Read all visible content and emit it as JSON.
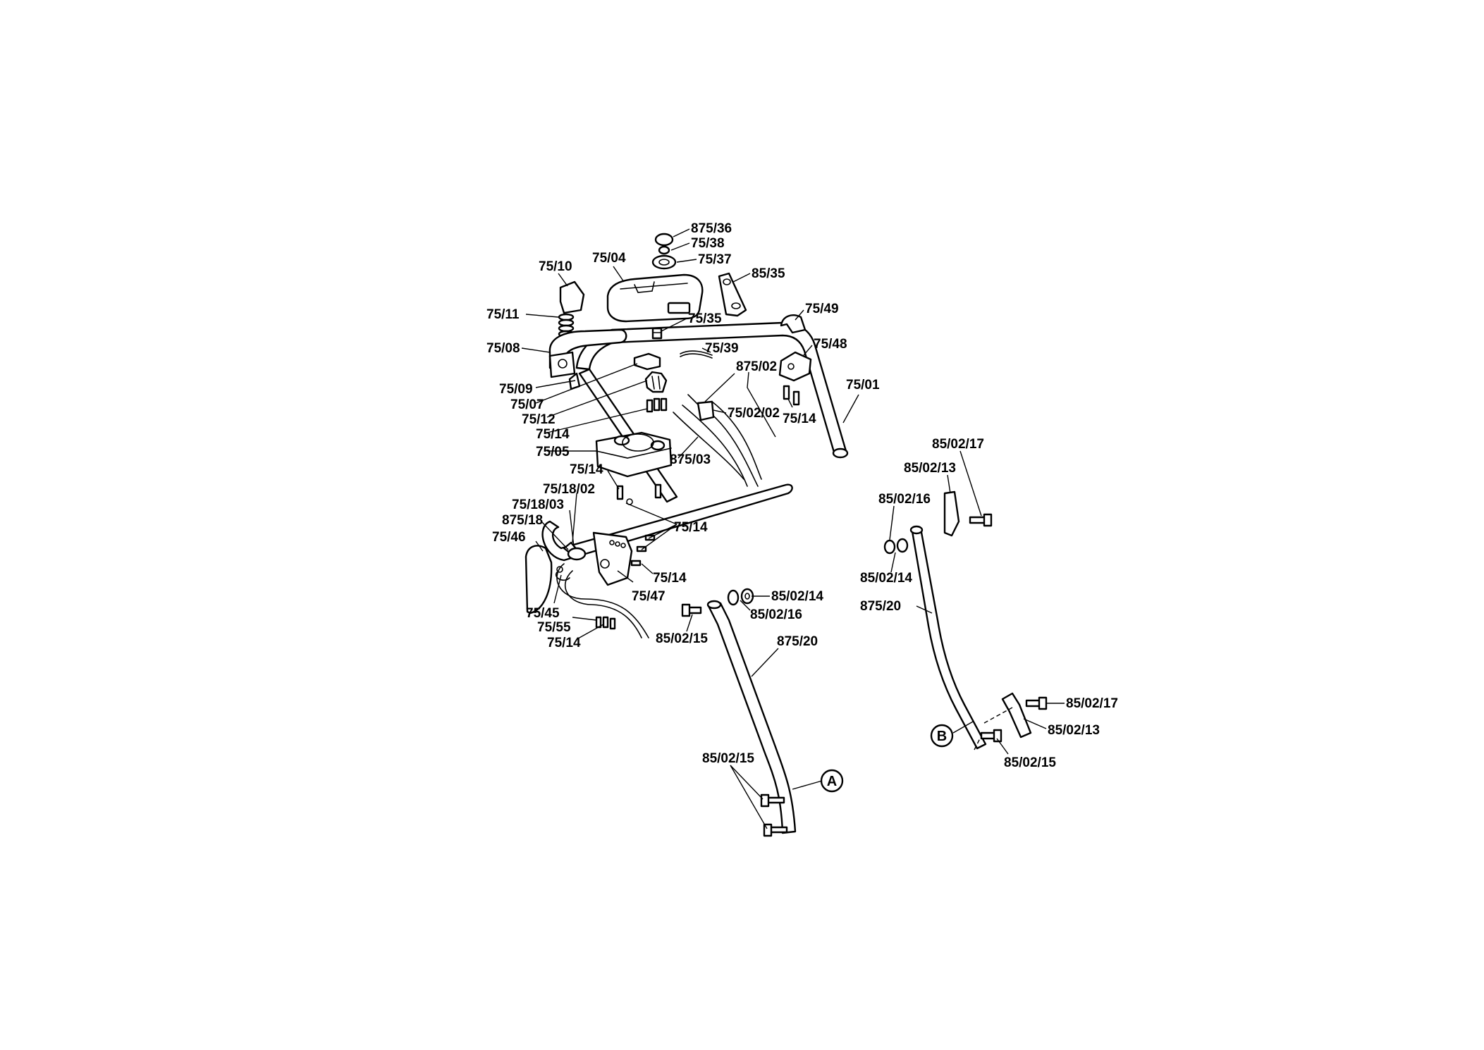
{
  "labels": {
    "p875_36": "875/36",
    "p75_38": "75/38",
    "p75_37": "75/37",
    "p75_10": "75/10",
    "p75_04": "75/04",
    "p85_35": "85/35",
    "p75_11": "75/11",
    "p75_49": "75/49",
    "p75_35": "75/35",
    "p75_08": "75/08",
    "p75_39": "75/39",
    "p75_48": "75/48",
    "p875_02": "875/02",
    "p75_09": "75/09",
    "p75_01": "75/01",
    "p75_07": "75/07",
    "p75_02_02": "75/02/02",
    "p75_12": "75/12",
    "p75_14_a": "75/14",
    "p75_14_b": "75/14",
    "p75_05": "75/05",
    "p875_03": "875/03",
    "p75_14_c": "75/14",
    "p75_18_02": "75/18/02",
    "p75_18_03": "75/18/03",
    "p875_18": "875/18",
    "p75_14_d": "75/14",
    "p75_46": "75/46",
    "p75_14_e": "75/14",
    "p75_47": "75/47",
    "p75_45": "75/45",
    "p75_55": "75/55",
    "p75_14_f": "75/14",
    "p85_02_14_a": "85/02/14",
    "p85_02_16_a": "85/02/16",
    "p85_02_15_a": "85/02/15",
    "p875_20_a": "875/20",
    "p85_02_15_b": "85/02/15",
    "p85_02_17_a": "85/02/17",
    "p85_02_13_a": "85/02/13",
    "p85_02_16_b": "85/02/16",
    "p85_02_14_b": "85/02/14",
    "p875_20_b": "875/20",
    "p85_02_17_b": "85/02/17",
    "p85_02_13_b": "85/02/13",
    "p85_02_15_c": "85/02/15"
  },
  "callouts": {
    "a": "A",
    "b": "B"
  },
  "colors": {
    "line": "#000000",
    "background": "#ffffff"
  }
}
